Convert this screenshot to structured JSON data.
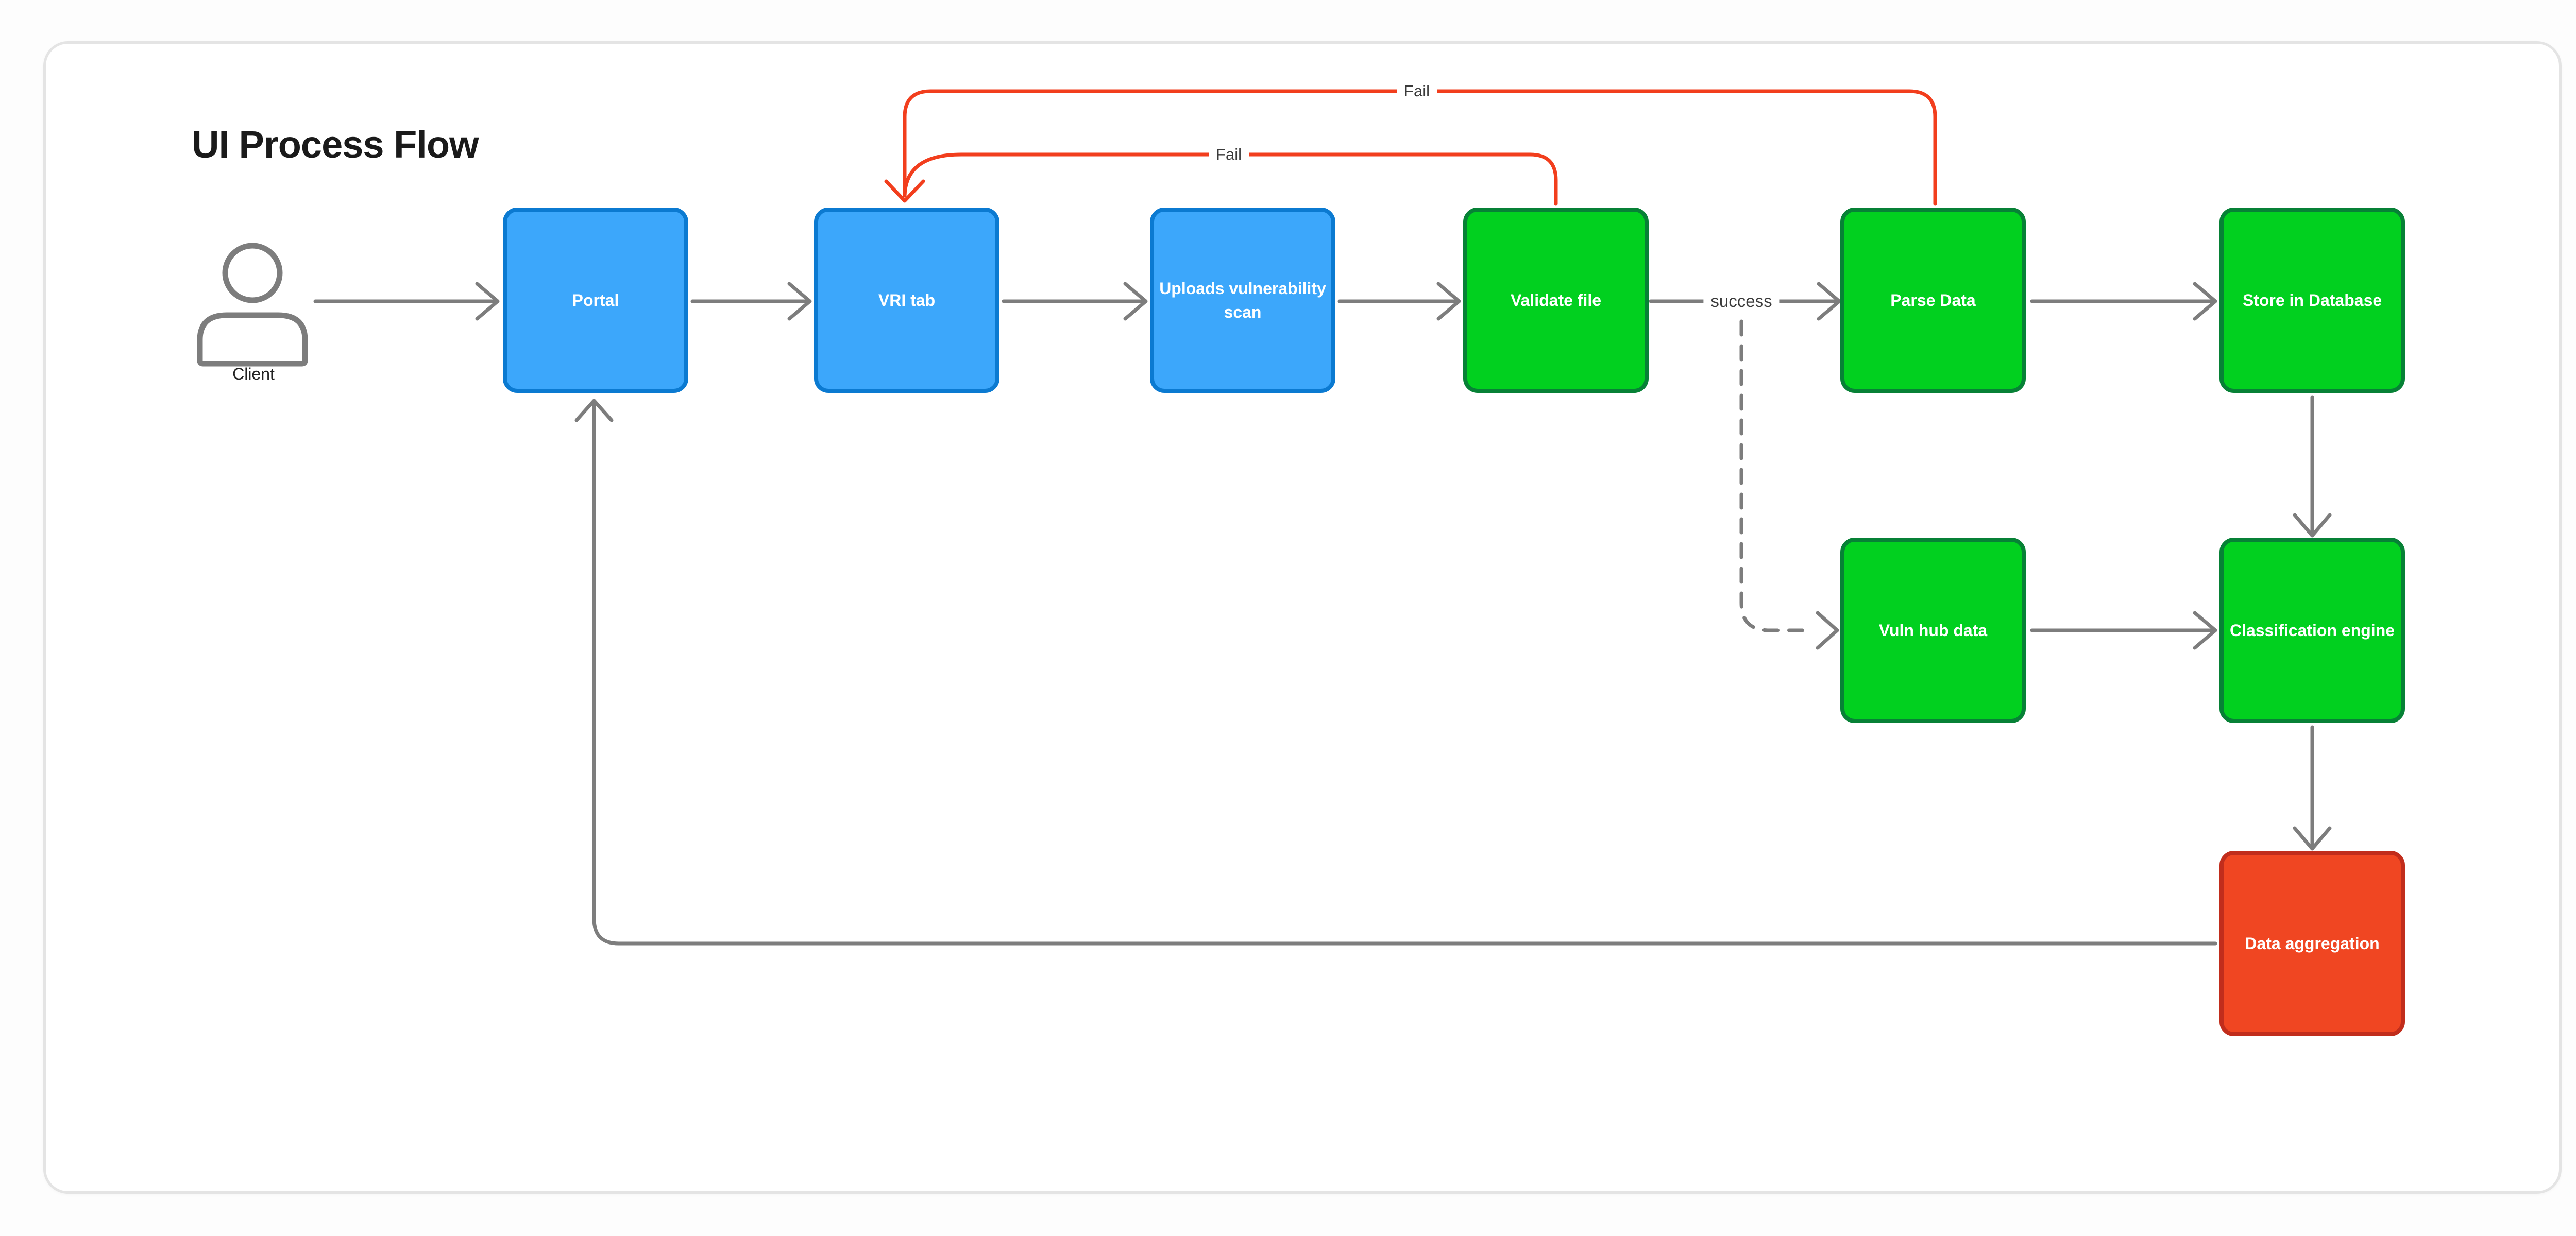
{
  "title": "UI Process Flow",
  "actor": {
    "label": "Client"
  },
  "nodes": [
    {
      "id": "portal",
      "label": "Portal",
      "type": "blue"
    },
    {
      "id": "vri-tab",
      "label": "VRI tab",
      "type": "blue"
    },
    {
      "id": "uploads-scan",
      "label": "Uploads vulnerability scan",
      "type": "blue"
    },
    {
      "id": "validate-file",
      "label": "Validate file",
      "type": "green"
    },
    {
      "id": "parse-data",
      "label": "Parse Data",
      "type": "green"
    },
    {
      "id": "store-database",
      "label": "Store in Database",
      "type": "green"
    },
    {
      "id": "vuln-hub-data",
      "label": "Vuln hub data",
      "type": "green"
    },
    {
      "id": "classification",
      "label": "Classification engine",
      "type": "green"
    },
    {
      "id": "data-aggregation",
      "label": "Data aggregation",
      "type": "red"
    }
  ],
  "edge_labels": {
    "fail_from_parse": "Fail",
    "fail_from_validate": "Fail",
    "success": "success"
  },
  "colors": {
    "blue-fill": "#3ca7fb",
    "blue-border": "#0b7ad1",
    "green-fill": "#01d01f",
    "green-border": "#078136",
    "red-fill": "#f04622",
    "red-border": "#c12d1c",
    "arrow": "#7d7d7d",
    "fail": "#f23e1d"
  }
}
